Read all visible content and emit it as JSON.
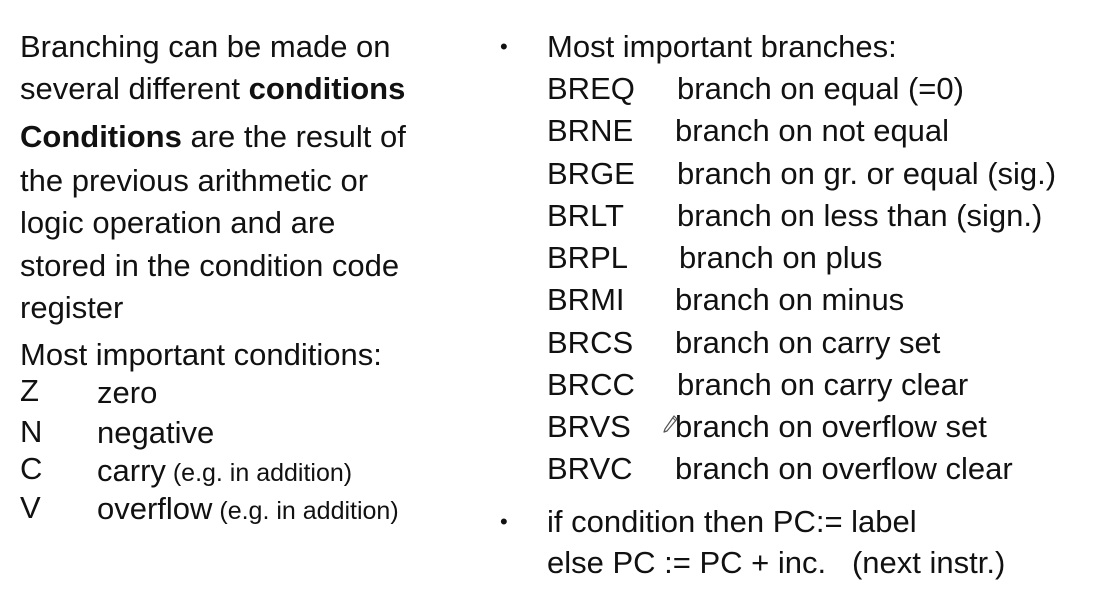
{
  "left": {
    "intro": {
      "line1": "Branching can be made on",
      "line2_pre": "several different ",
      "line2_bold": "conditions"
    },
    "conditions_def": {
      "line1_bold": "Conditions",
      "line1_rest": " are the result of",
      "line2": "the previous arithmetic or",
      "line3": "logic operation and are",
      "line4": "stored in the condition code",
      "line5": "register"
    },
    "conditions_heading": "Most important conditions:",
    "conditions": [
      {
        "code": "Z",
        "name": "zero",
        "note": ""
      },
      {
        "code": "N",
        "name": "negative",
        "note": ""
      },
      {
        "code": "C",
        "name": "carry",
        "note": " (e.g. in addition)"
      },
      {
        "code": "V",
        "name": "overflow",
        "note": " (e.g. in addition)"
      }
    ]
  },
  "right": {
    "bullet_symbol": "•",
    "branches_heading": "Most important branches:",
    "branches": [
      {
        "mnemonic": "BREQ",
        "description": "branch on equal (=0)"
      },
      {
        "mnemonic": "BRNE",
        "description": "branch on not equal"
      },
      {
        "mnemonic": "BRGE",
        "description": "branch on gr. or equal (sig.)"
      },
      {
        "mnemonic": "BRLT",
        "description": "branch on less than (sign.)"
      },
      {
        "mnemonic": "BRPL",
        "description": "branch on plus"
      },
      {
        "mnemonic": "BRMI",
        "description": "branch on minus"
      },
      {
        "mnemonic": "BRCS",
        "description": "branch on carry set"
      },
      {
        "mnemonic": "BRCC",
        "description": "branch on carry clear"
      },
      {
        "mnemonic": "BRVS",
        "description": "branch on overflow set"
      },
      {
        "mnemonic": "BRVC",
        "description": "branch on overflow clear"
      }
    ],
    "rule_line1": "if condition then PC:= label",
    "rule_line2": "else PC := PC + inc.   (next instr.)"
  },
  "cursor_icon": "pen-cursor-icon"
}
